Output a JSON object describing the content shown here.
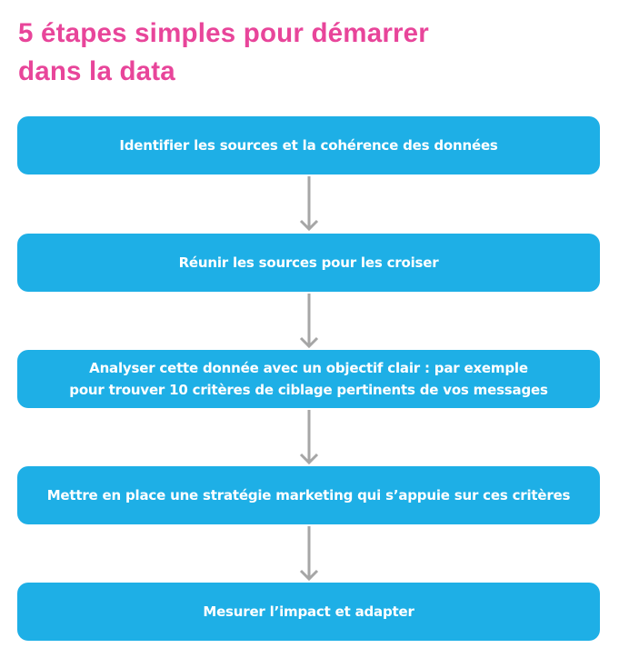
{
  "title": {
    "line1": "5 étapes simples pour démarrer",
    "line2": "dans la data"
  },
  "steps": [
    {
      "line1": "Identifier les sources et la cohérence des données"
    },
    {
      "line1": "Réunir les sources pour les croiser"
    },
    {
      "line1": "Analyser cette donnée avec un objectif clair : par exemple",
      "line2": "pour trouver 10 critères de ciblage pertinents de vos messages"
    },
    {
      "line1": "Mettre en place une stratégie marketing qui s’appuie sur ces critères"
    },
    {
      "line1": "Mesurer l’impact et adapter"
    }
  ],
  "colors": {
    "title": "#E8459A",
    "box": "#1EAFE6",
    "box_text": "#FFFFFF",
    "arrow": "#A6A6A6"
  }
}
